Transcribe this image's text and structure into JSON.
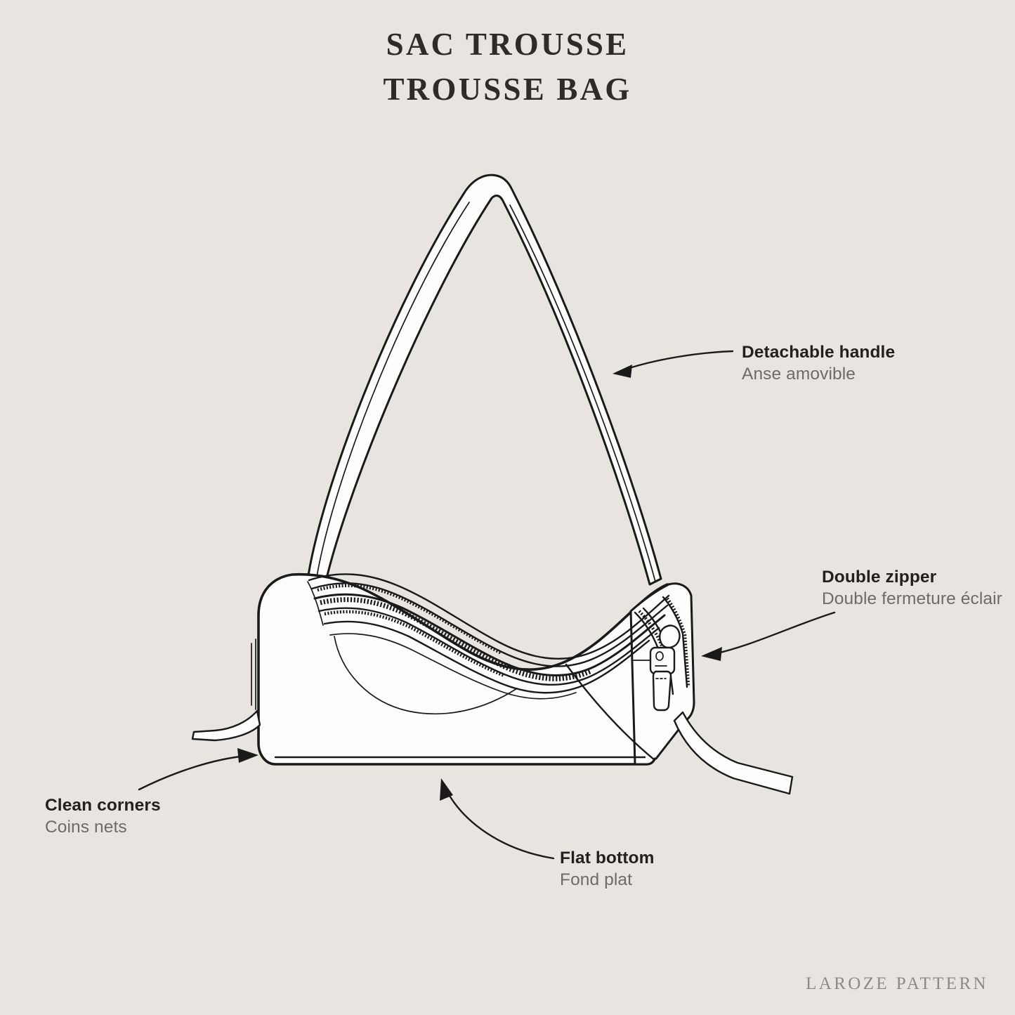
{
  "background_color": "#e8e5e0",
  "ink_color": "#1a1a1a",
  "bag_fill_color": "#fdfdfc",
  "title": {
    "line1": "SAC TROUSSE",
    "line2": "TROUSSE BAG"
  },
  "annotations": [
    {
      "id": "handle",
      "title": "Detachable handle",
      "subtitle": "Anse amovible"
    },
    {
      "id": "zipper",
      "title": "Double zipper",
      "subtitle": "Double fermeture éclair"
    },
    {
      "id": "corners",
      "title": "Clean corners",
      "subtitle": "Coins nets"
    },
    {
      "id": "bottom",
      "title": "Flat bottom",
      "subtitle": "Fond plat"
    }
  ],
  "footer": {
    "brand": "LAROZE PATTERN"
  },
  "illustration": {
    "subject": "shoulder-bag-technical-drawing",
    "parts": [
      "detachable-shoulder-handle",
      "bag-body",
      "double-zipper-top",
      "side-zipper-panel",
      "zipper-pull-tab",
      "left-strap-end",
      "right-strap-end",
      "flat-bottom"
    ]
  }
}
